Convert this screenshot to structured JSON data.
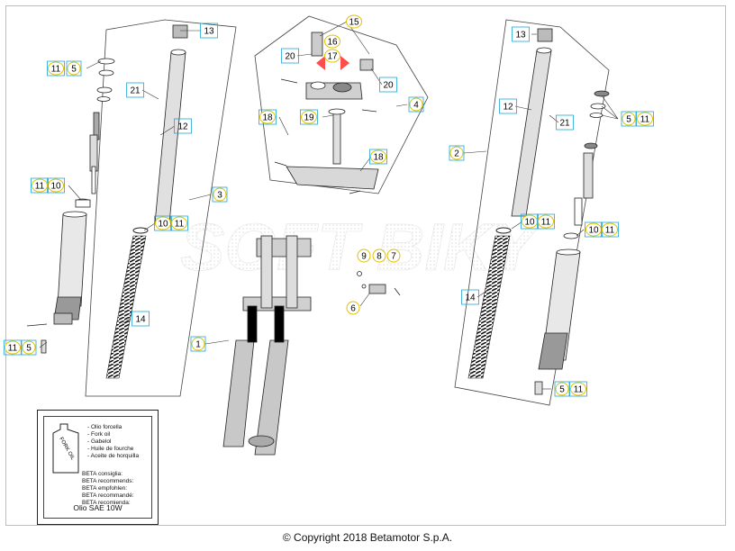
{
  "callouts": [
    {
      "id": "c1",
      "text": "1"
    },
    {
      "id": "c2",
      "text": "2"
    },
    {
      "id": "c3",
      "text": "3"
    },
    {
      "id": "c4",
      "text": "4"
    },
    {
      "id": "c5a",
      "text": "5"
    },
    {
      "id": "c5b",
      "text": "5"
    },
    {
      "id": "c5c",
      "text": "5"
    },
    {
      "id": "c5d",
      "text": "5"
    },
    {
      "id": "c6",
      "text": "6"
    },
    {
      "id": "c7",
      "text": "7"
    },
    {
      "id": "c8",
      "text": "8"
    },
    {
      "id": "c9",
      "text": "9"
    },
    {
      "id": "c10a",
      "text": "10"
    },
    {
      "id": "c10b",
      "text": "10"
    },
    {
      "id": "c10c",
      "text": "10"
    },
    {
      "id": "c10d",
      "text": "10"
    },
    {
      "id": "c11a",
      "text": "11"
    },
    {
      "id": "c11b",
      "text": "11"
    },
    {
      "id": "c11c",
      "text": "11"
    },
    {
      "id": "c11d",
      "text": "11"
    },
    {
      "id": "c11e",
      "text": "11"
    },
    {
      "id": "c11f",
      "text": "11"
    },
    {
      "id": "c11g",
      "text": "11"
    },
    {
      "id": "c11h",
      "text": "11"
    },
    {
      "id": "c12a",
      "text": "12"
    },
    {
      "id": "c12b",
      "text": "12"
    },
    {
      "id": "c13a",
      "text": "13"
    },
    {
      "id": "c13b",
      "text": "13"
    },
    {
      "id": "c14a",
      "text": "14"
    },
    {
      "id": "c14b",
      "text": "14"
    },
    {
      "id": "c15",
      "text": "15"
    },
    {
      "id": "c16",
      "text": "16"
    },
    {
      "id": "c17",
      "text": "17"
    },
    {
      "id": "c18a",
      "text": "18"
    },
    {
      "id": "c18b",
      "text": "18"
    },
    {
      "id": "c19",
      "text": "19"
    },
    {
      "id": "c20a",
      "text": "20"
    },
    {
      "id": "c20b",
      "text": "20"
    },
    {
      "id": "c21a",
      "text": "21"
    },
    {
      "id": "c21b",
      "text": "21"
    }
  ],
  "legend": {
    "oil_lines": [
      "- Olio forcella",
      "- Fork oil",
      "- Gabelol",
      "- Huile de fourche",
      "- Aceite de horquilla"
    ],
    "beta_lines": [
      "BETA consiglia:",
      "BETA recommends:",
      "BETA empfohlen:",
      "BETA recommandé:",
      "BETA recomienda:"
    ],
    "oil_grade": "Olio SAE 10W",
    "bottle_label": "FORK OIL"
  },
  "watermark": "SOFT BIKY",
  "copyright": "© Copyright 2018 Betamotor S.p.A.",
  "colors": {
    "callout_box": "#1aa7d6",
    "callout_ring": "#e0c000",
    "arrow": "#ff4d4d",
    "line": "#333333"
  }
}
